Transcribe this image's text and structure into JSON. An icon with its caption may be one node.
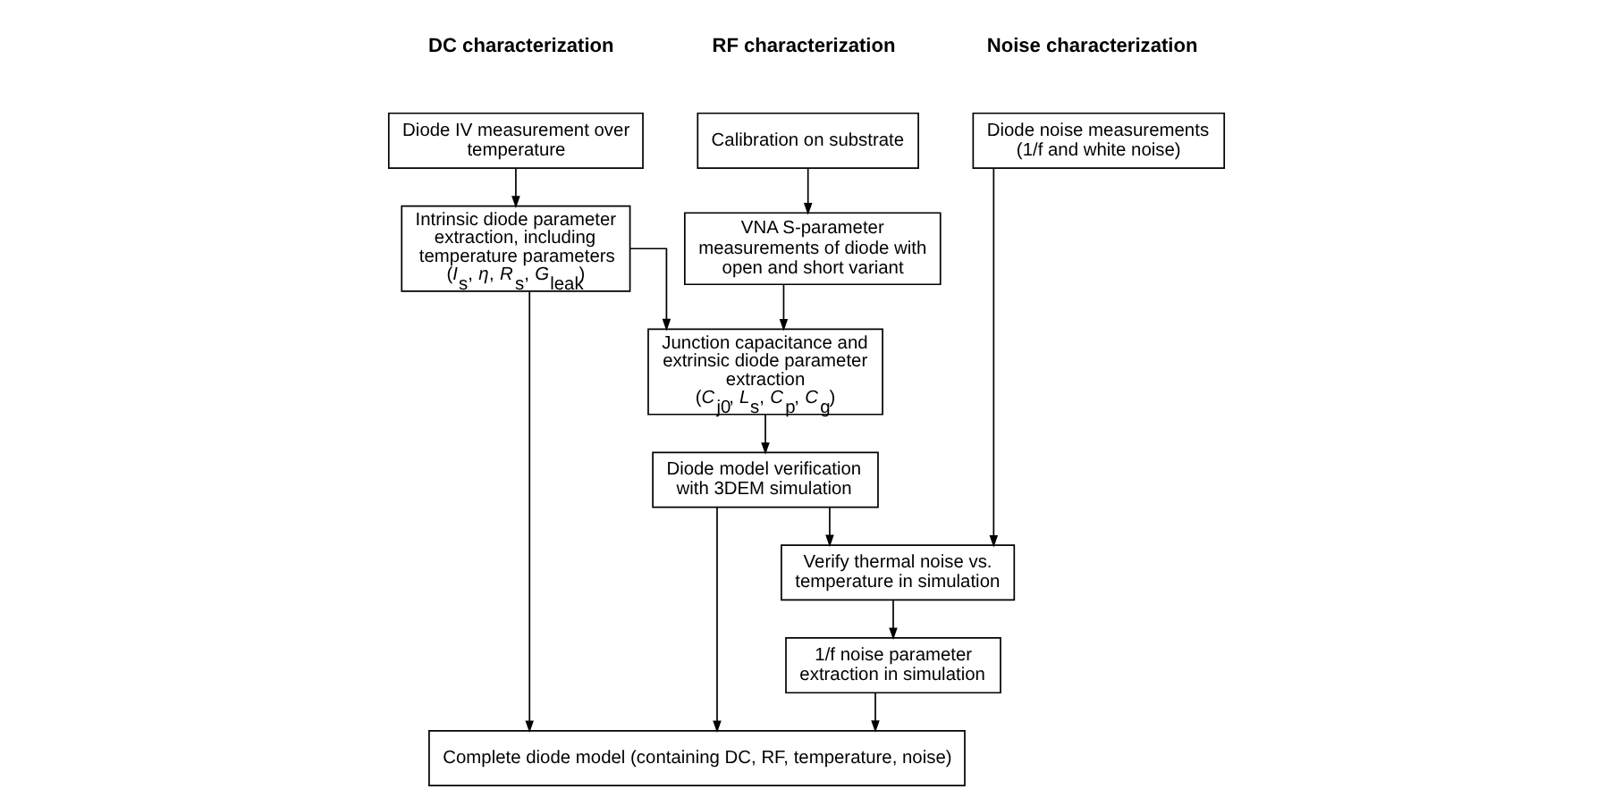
{
  "diagram": {
    "nodes": [
      {
        "text": [
          "Diode IV measurement over temperature"
        ]
      },
      {
        "text": [
          "Intrinsic diode parameter extraction, including temperature parameters",
          "(*I*$_{s}$, *η*, *R*$_{s}$, *G*$_{leak}$)"
        ]
      },
      {
        "text": [
          "Calibration on substrate"
        ]
      },
      {
        "text": [
          "VNA S-parameter measurements of diode with open and short variant"
        ]
      },
      {
        "text": [
          "Junction capacitance and extrinsic diode parameter extraction",
          "(*C*$_{j0}$, *L*$_{s}$, *C*$_{p}$, *C*$_{g}$)"
        ]
      },
      {
        "text": [
          "Diode model verification with 3DEM simulation"
        ]
      },
      {
        "text": [
          "Diode noise measurements (1/f and white noise)"
        ]
      },
      {
        "text": [
          "Verify thermal noise vs. temperature in simulation"
        ]
      },
      {
        "text": [
          "1/f noise parameter extraction in simulation"
        ]
      },
      {
        "text": [
          "Complete diode model (containing DC, RF, temperature, noise)"
        ]
      }
    ],
    "edges": [
      {
        "from": 0,
        "to": 1,
        "arrow": "to"
      },
      {
        "from": 1,
        "to": 4,
        "arrow": "to"
      },
      {
        "from": 1,
        "to": 9,
        "arrow": "to"
      },
      {
        "from": 2,
        "to": 3,
        "arrow": "to"
      },
      {
        "from": 3,
        "to": 4,
        "arrow": "to"
      },
      {
        "from": 4,
        "to": 5,
        "arrow": "to"
      },
      {
        "from": 5,
        "to": 9,
        "arrow": "to"
      },
      {
        "from": 5,
        "to": 7,
        "arrow": "to"
      },
      {
        "from": 6,
        "to": 7,
        "arrow": "to"
      },
      {
        "from": 7,
        "to": 8,
        "arrow": "to"
      },
      {
        "from": 8,
        "to": 9,
        "arrow": "to"
      }
    ],
    "labels": [
      "DC characterization",
      "RF characterization",
      "Noise characterization"
    ]
  }
}
